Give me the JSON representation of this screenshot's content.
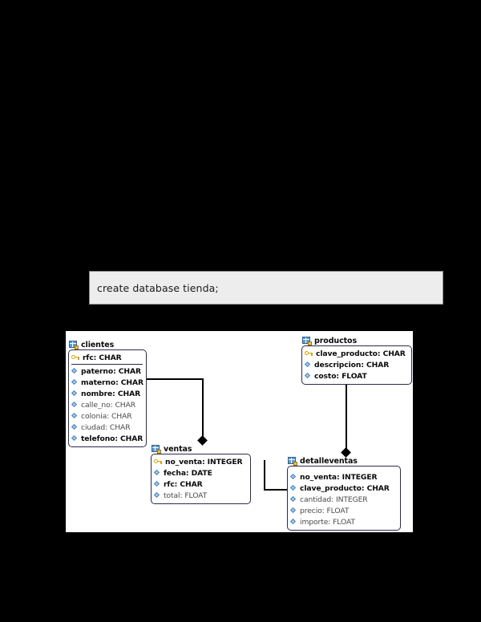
{
  "page": {
    "background_color": "#000000",
    "canvas_color": "#ffffff"
  },
  "sql_block": {
    "code": "create database tienda;",
    "background_color": "#ededed",
    "border_color": "#8c8c8c"
  },
  "diagram": {
    "type": "entity-relationship-diagram",
    "entities": [
      {
        "id": "clientes",
        "name": "clientes",
        "icon": "table-icon",
        "fields": [
          {
            "label": "rfc: CHAR",
            "key": true,
            "icon": "key-icon",
            "emphasis": "bold"
          },
          {
            "label": "paterno: CHAR",
            "key": false,
            "icon": "attribute-icon",
            "emphasis": "bold"
          },
          {
            "label": "materno: CHAR",
            "key": false,
            "icon": "attribute-icon",
            "emphasis": "bold"
          },
          {
            "label": "nombre: CHAR",
            "key": false,
            "icon": "attribute-icon",
            "emphasis": "bold"
          },
          {
            "label": "calle_no: CHAR",
            "key": false,
            "icon": "attribute-icon",
            "emphasis": "light"
          },
          {
            "label": "colonia: CHAR",
            "key": false,
            "icon": "attribute-icon",
            "emphasis": "light"
          },
          {
            "label": "ciudad: CHAR",
            "key": false,
            "icon": "attribute-icon",
            "emphasis": "light"
          },
          {
            "label": "telefono: CHAR",
            "key": false,
            "icon": "attribute-icon",
            "emphasis": "bold"
          }
        ]
      },
      {
        "id": "productos",
        "name": "productos",
        "icon": "table-icon",
        "fields": [
          {
            "label": "clave_producto: CHAR",
            "key": true,
            "icon": "key-icon",
            "emphasis": "bold"
          },
          {
            "label": "descripcion: CHAR",
            "key": false,
            "icon": "attribute-icon",
            "emphasis": "bold"
          },
          {
            "label": "costo: FLOAT",
            "key": false,
            "icon": "attribute-icon",
            "emphasis": "bold"
          }
        ]
      },
      {
        "id": "ventas",
        "name": "ventas",
        "icon": "table-icon",
        "fields": [
          {
            "label": "no_venta: INTEGER",
            "key": true,
            "icon": "key-icon",
            "emphasis": "bold"
          },
          {
            "label": "fecha: DATE",
            "key": false,
            "icon": "attribute-icon",
            "emphasis": "bold"
          },
          {
            "label": "rfc: CHAR",
            "key": false,
            "icon": "attribute-icon",
            "emphasis": "bold"
          },
          {
            "label": "total: FLOAT",
            "key": false,
            "icon": "attribute-icon",
            "emphasis": "light"
          }
        ]
      },
      {
        "id": "detalleventas",
        "name": "detalleventas",
        "icon": "table-icon",
        "fields": [
          {
            "label": "no_venta: INTEGER",
            "key": false,
            "icon": "attribute-icon",
            "emphasis": "bold"
          },
          {
            "label": "clave_producto: CHAR",
            "key": false,
            "icon": "attribute-icon",
            "emphasis": "bold"
          },
          {
            "label": "cantidad: INTEGER",
            "key": false,
            "icon": "attribute-icon",
            "emphasis": "light"
          },
          {
            "label": "precio: FLOAT",
            "key": false,
            "icon": "attribute-icon",
            "emphasis": "light"
          },
          {
            "label": "importe: FLOAT",
            "key": false,
            "icon": "attribute-icon",
            "emphasis": "light"
          }
        ]
      }
    ],
    "relationships": [
      {
        "from": "clientes",
        "to": "ventas",
        "marker": "filled-diamond"
      },
      {
        "from": "productos",
        "to": "detalleventas",
        "marker": "filled-diamond"
      },
      {
        "from": "ventas",
        "to": "detalleventas",
        "marker": "filled-diamond"
      }
    ]
  }
}
